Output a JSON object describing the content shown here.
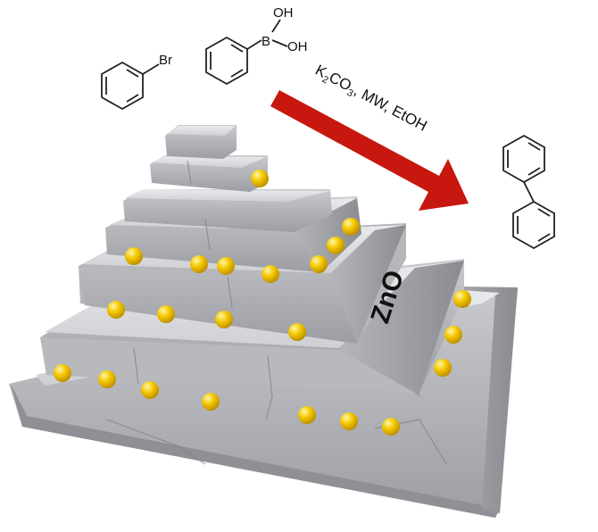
{
  "reactants": {
    "bromobenzene": {
      "substituent": "Br"
    },
    "phenylboronic_acid": {
      "boron": "B",
      "hydroxyl_top": "OH",
      "hydroxyl_right": "OH"
    }
  },
  "conditions": {
    "k": "K",
    "sub1": "2",
    "co": "CO",
    "sub2": "3",
    "rest": ", MW, EtOH"
  },
  "product": {
    "name_shown": ""
  },
  "support_label": "ZnO",
  "colors": {
    "arrow": "#c8170f",
    "nanoparticle": "#f2c200",
    "stone": "#d9dadd",
    "stone_dark": "#8f9197",
    "bond": "#222222"
  },
  "icons": [
    "benzene-ring-icon",
    "reaction-arrow-icon",
    "gold-nanoparticle-icon"
  ]
}
